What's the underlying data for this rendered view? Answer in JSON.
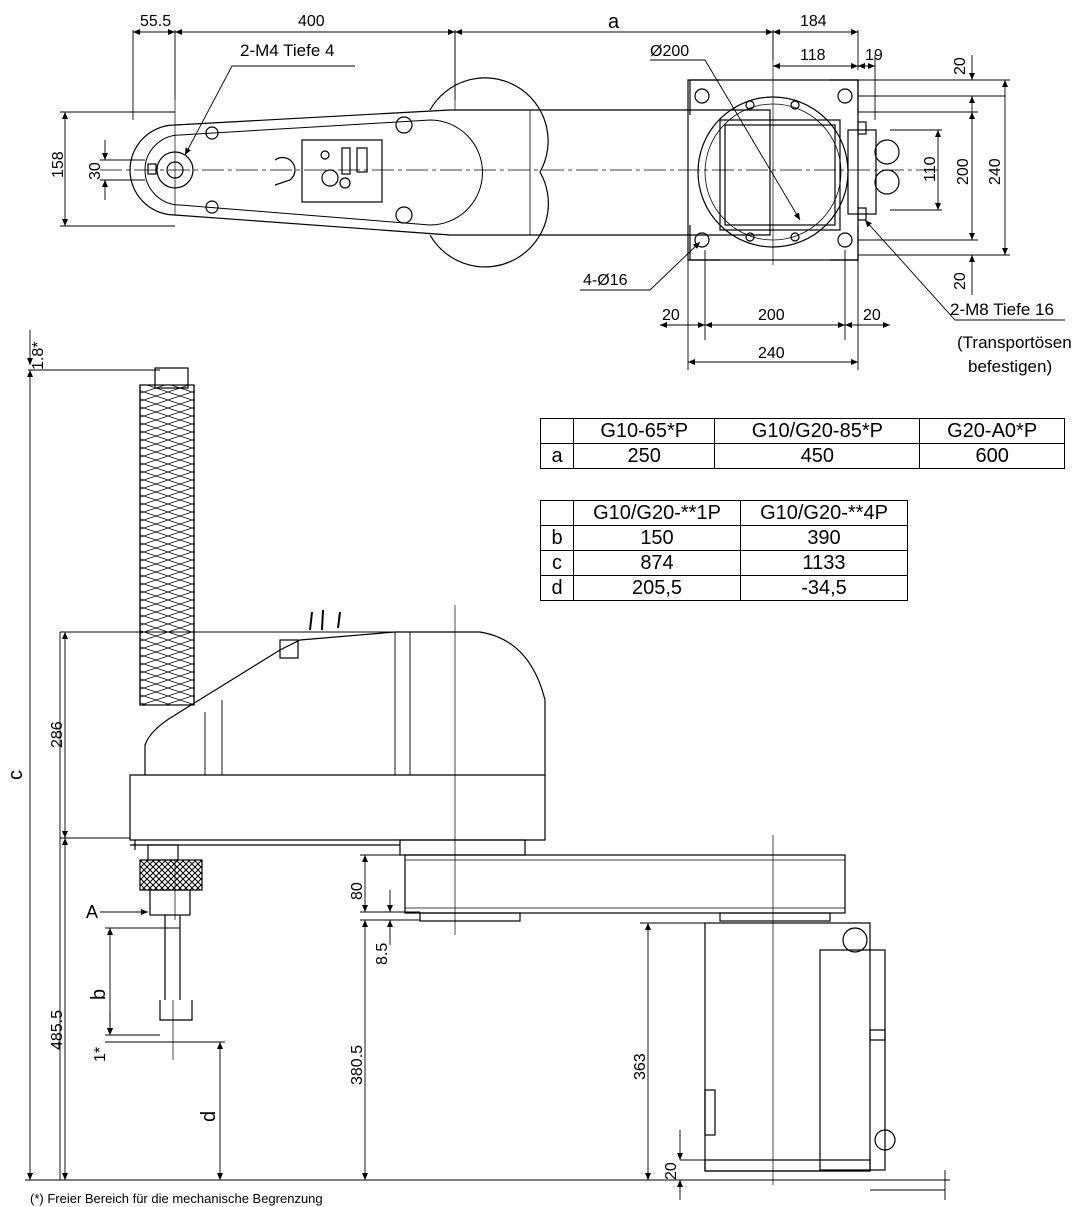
{
  "top_view": {
    "dims": {
      "offset_55_5": "55.5",
      "len_400": "400",
      "len_a": "a",
      "len_184": "184",
      "len_118": "118",
      "len_19": "19",
      "dia_200": "Ø200",
      "len_20_top": "20",
      "len_20_bottom": "20",
      "len_158": "158",
      "len_30": "30",
      "len_110": "110",
      "len_200_v": "200",
      "len_240_v": "240",
      "holes": "4-Ø16",
      "len_20_left": "20",
      "len_200_h": "200",
      "len_20_right": "20",
      "len_240_h": "240"
    },
    "callouts": {
      "m4": "2-M4 Tiefe 4",
      "m8": "2-M8 Tiefe 16",
      "transport_line1": "(Transportösen",
      "transport_line2": "befestigen)"
    }
  },
  "side_view": {
    "dims": {
      "len_1_8": "1.8*",
      "len_c": "c",
      "len_286": "286",
      "len_80": "80",
      "len_8_5": "8.5",
      "len_485_5": "485.5",
      "len_380_5": "380.5",
      "len_b": "b",
      "len_1": "1*",
      "len_d": "d",
      "len_363": "363",
      "len_20": "20"
    },
    "view_marker": "A"
  },
  "table_a": {
    "headers": [
      "",
      "G10-65*P",
      "G10/G20-85*P",
      "G20-A0*P"
    ],
    "rows": [
      {
        "label": "a",
        "values": [
          "250",
          "450",
          "600"
        ]
      }
    ]
  },
  "table_bcd": {
    "headers": [
      "",
      "G10/G20-**1P",
      "G10/G20-**4P"
    ],
    "rows": [
      {
        "label": "b",
        "values": [
          "150",
          "390"
        ]
      },
      {
        "label": "c",
        "values": [
          "874",
          "1133"
        ]
      },
      {
        "label": "d",
        "values": [
          "205,5",
          "-34,5"
        ]
      }
    ]
  },
  "footnote": "(*) Freier Bereich für die mechanische Begrenzung"
}
